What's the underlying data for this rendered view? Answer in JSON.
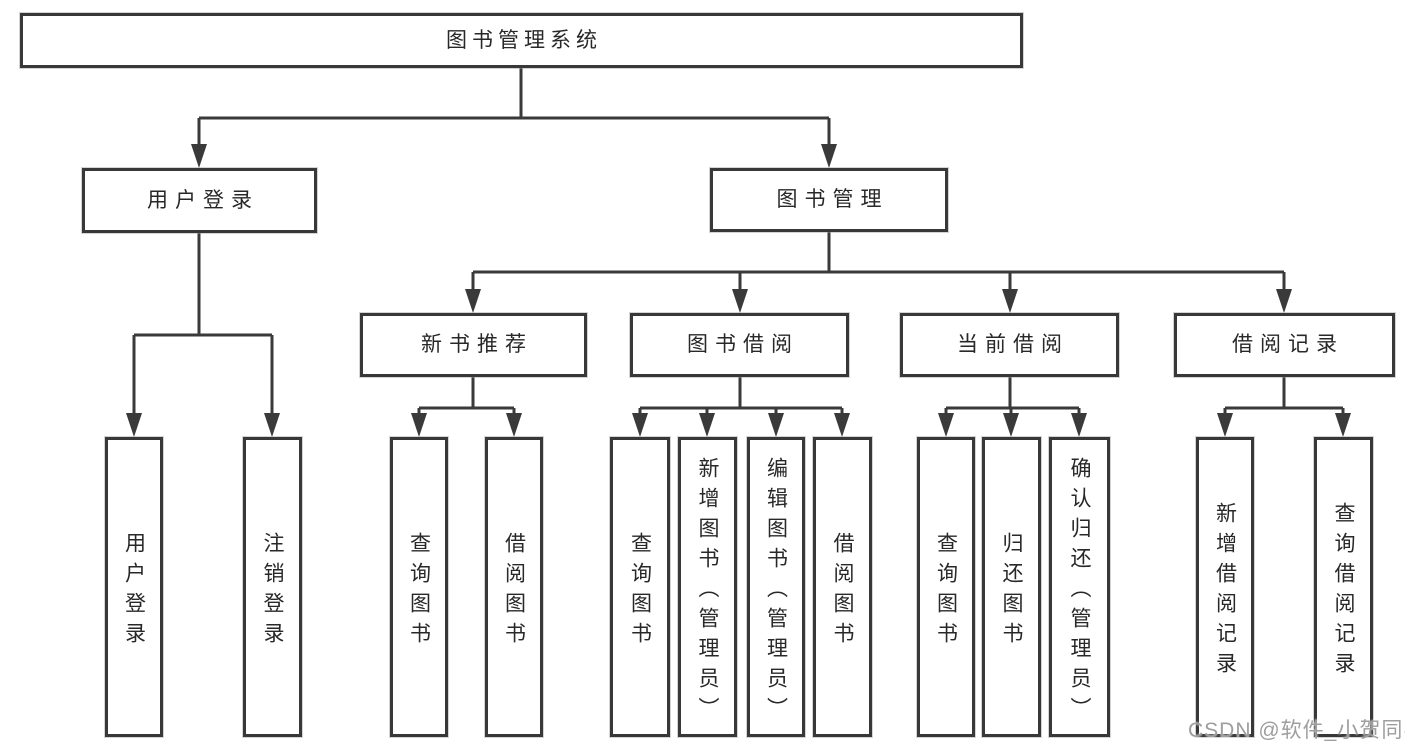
{
  "diagram": {
    "watermark": "CSDN @软件_小贺同学",
    "colors": {
      "line": "#3a3a3a",
      "box_border": "#383838",
      "text": "#282828",
      "watermark": "#9e9e9e",
      "background": "#ffffff"
    },
    "tree": {
      "root": {
        "label": "图书管理系统",
        "children": [
          {
            "label": "用户登录",
            "children": [
              {
                "label": "用户登录"
              },
              {
                "label": "注销登录"
              }
            ]
          },
          {
            "label": "图书管理",
            "children": [
              {
                "label": "新书推荐",
                "children": [
                  {
                    "label": "查询图书"
                  },
                  {
                    "label": "借阅图书"
                  }
                ]
              },
              {
                "label": "图书借阅",
                "children": [
                  {
                    "label": "查询图书"
                  },
                  {
                    "label": "新增图书（管理员）"
                  },
                  {
                    "label": "编辑图书（管理员）"
                  },
                  {
                    "label": "借阅图书"
                  }
                ]
              },
              {
                "label": "当前借阅",
                "children": [
                  {
                    "label": "查询图书"
                  },
                  {
                    "label": "归还图书"
                  },
                  {
                    "label": "确认归还（管理员）"
                  }
                ]
              },
              {
                "label": "借阅记录",
                "children": [
                  {
                    "label": "新增借阅记录"
                  },
                  {
                    "label": "查询借阅记录"
                  }
                ]
              }
            ]
          }
        ]
      }
    }
  }
}
